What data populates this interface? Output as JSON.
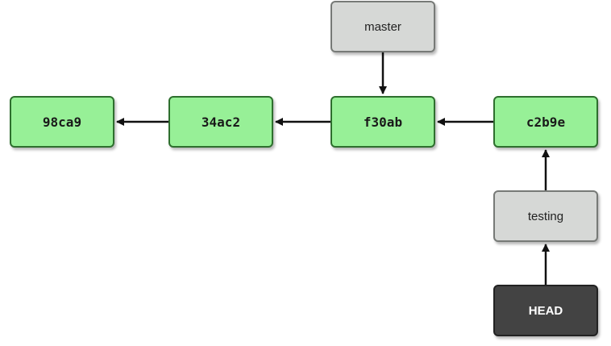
{
  "commits": [
    {
      "id": "98ca9"
    },
    {
      "id": "34ac2"
    },
    {
      "id": "f30ab"
    },
    {
      "id": "c2b9e"
    }
  ],
  "branches": {
    "master": "master",
    "testing": "testing"
  },
  "head": "HEAD",
  "colors": {
    "commit_fill": "#97f097",
    "commit_border": "#2e6f2e",
    "branch_fill": "#d6d8d6",
    "head_fill": "#434343",
    "arrow": "#111111"
  }
}
